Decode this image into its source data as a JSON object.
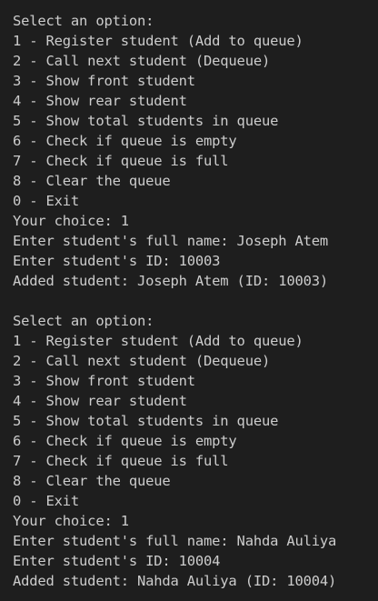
{
  "terminal": {
    "lines": [
      "Select an option:",
      "1 - Register student (Add to queue)",
      "2 - Call next student (Dequeue)",
      "3 - Show front student",
      "4 - Show rear student",
      "5 - Show total students in queue",
      "6 - Check if queue is empty",
      "7 - Check if queue is full",
      "8 - Clear the queue",
      "0 - Exit",
      "Your choice: 1",
      "Enter student's full name: Joseph Atem",
      "Enter student's ID: 10003",
      "Added student: Joseph Atem (ID: 10003)",
      "",
      "Select an option:",
      "1 - Register student (Add to queue)",
      "2 - Call next student (Dequeue)",
      "3 - Show front student",
      "4 - Show rear student",
      "5 - Show total students in queue",
      "6 - Check if queue is empty",
      "7 - Check if queue is full",
      "8 - Clear the queue",
      "0 - Exit",
      "Your choice: 1",
      "Enter student's full name: Nahda Auliya",
      "Enter student's ID: 10004",
      "Added student: Nahda Auliya (ID: 10004)"
    ]
  }
}
